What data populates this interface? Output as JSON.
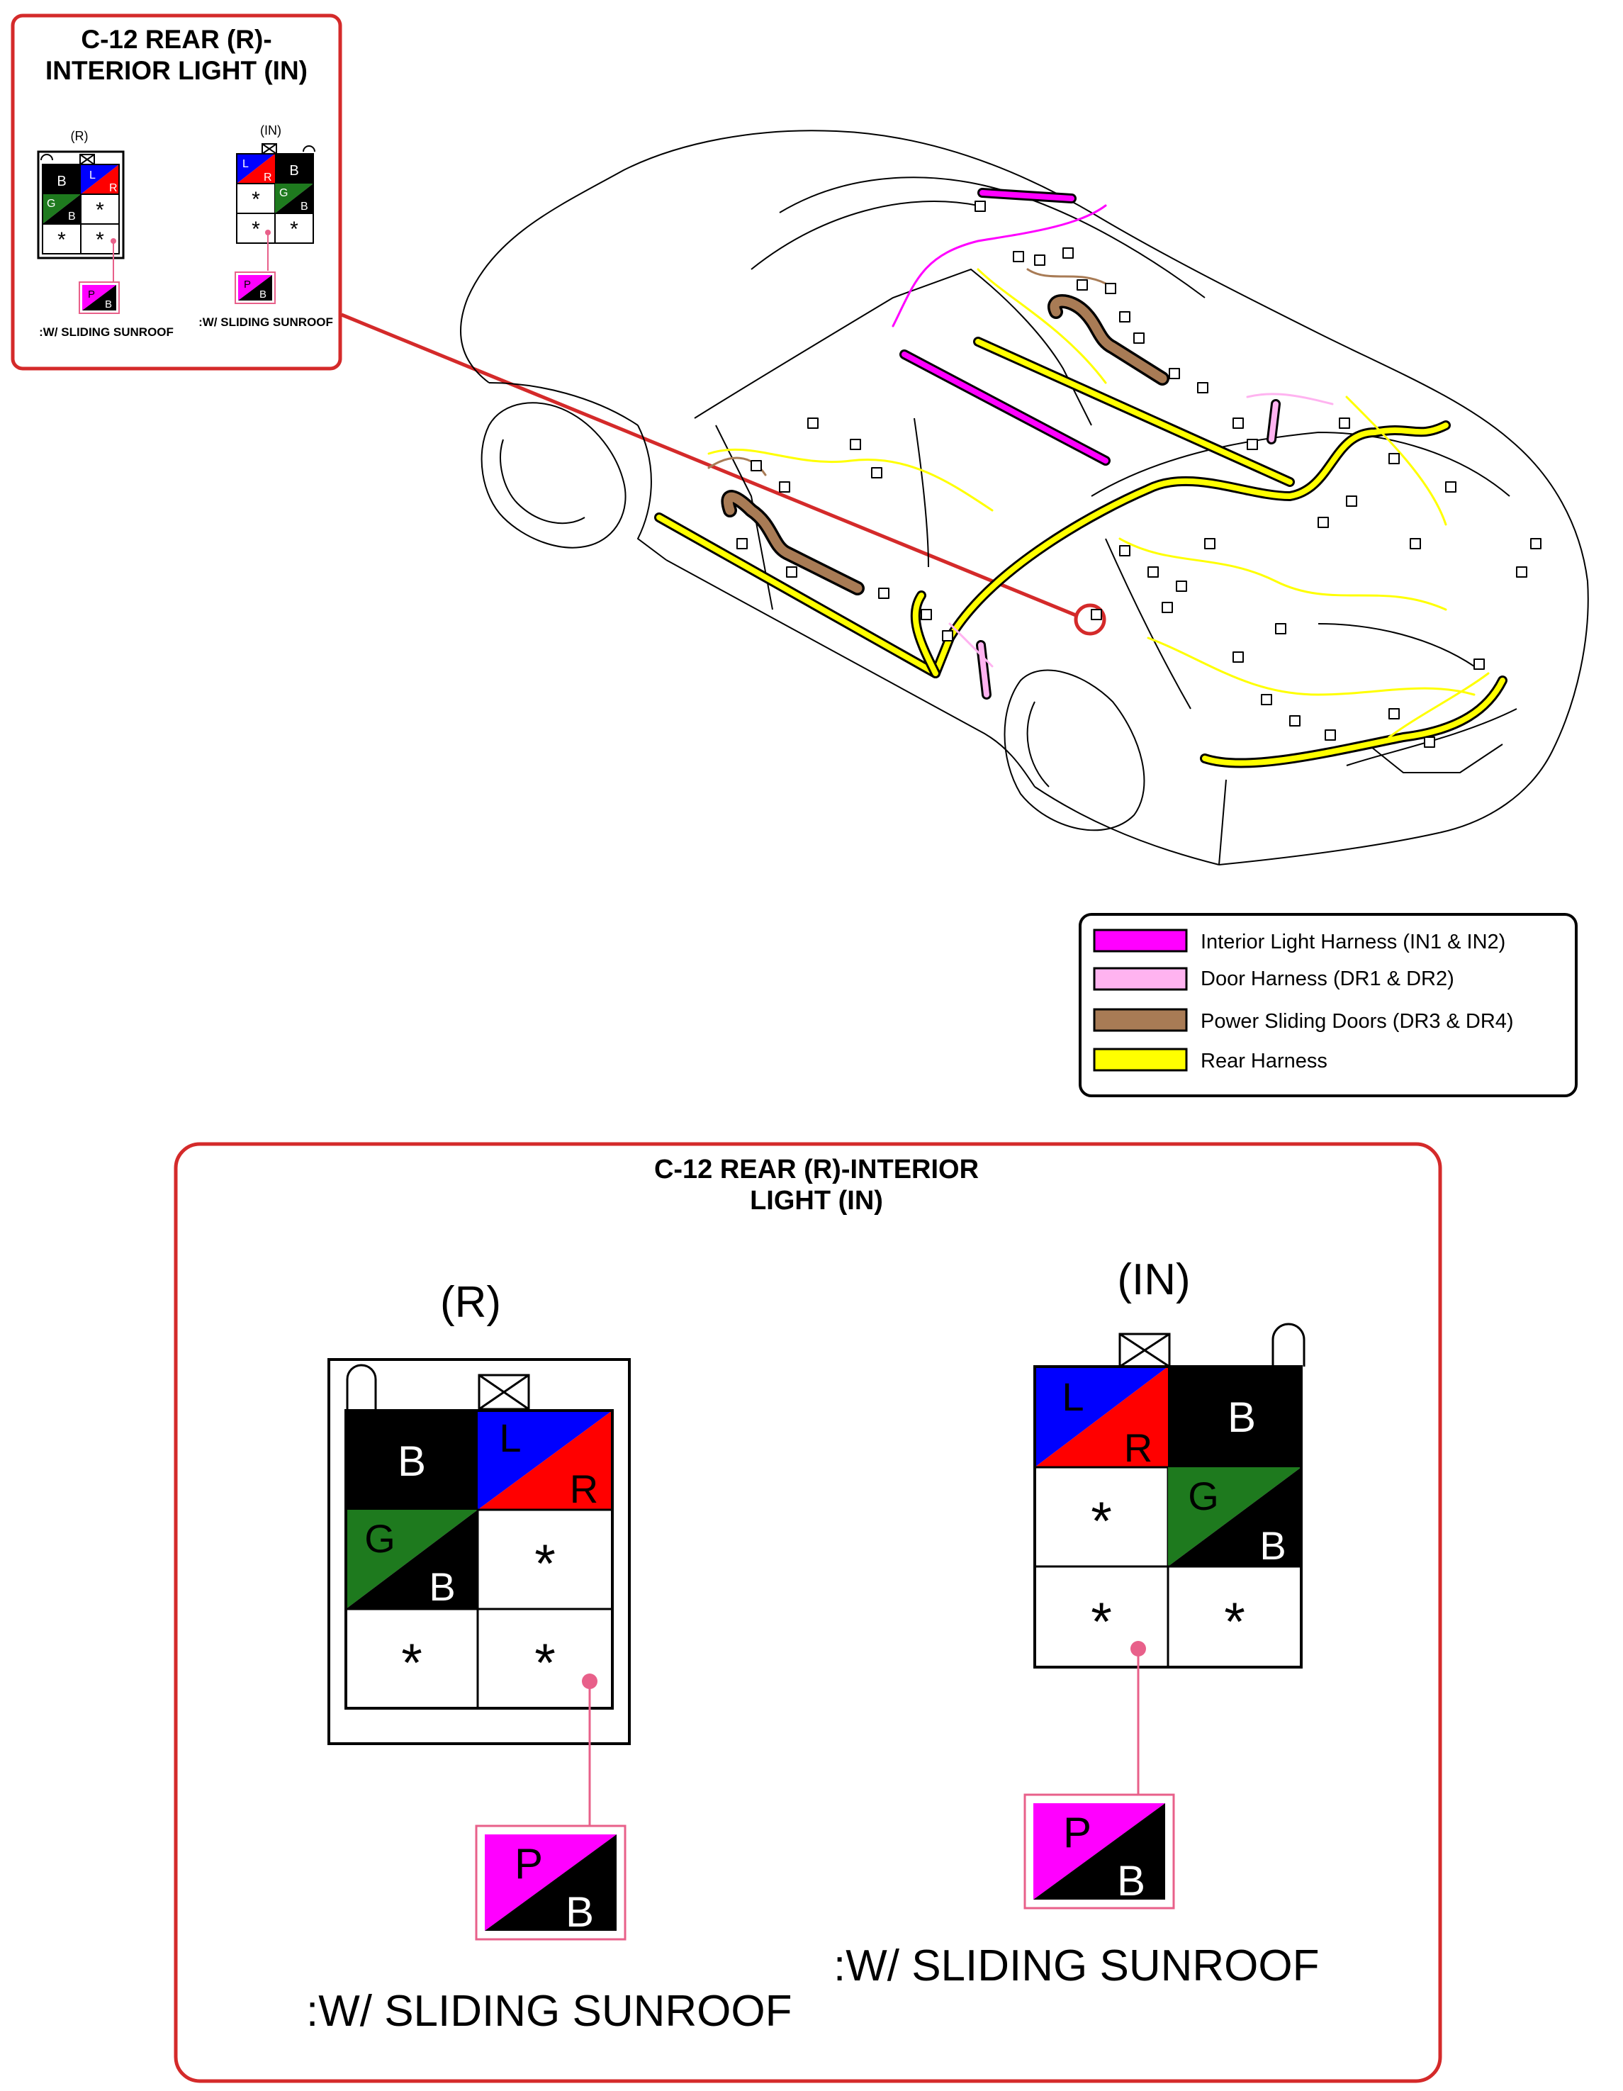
{
  "small_callout": {
    "title_line1": "C-12 REAR (R)-",
    "title_line2": "INTERIOR LIGHT (IN)",
    "r_label": "(R)",
    "in_label": "(IN)",
    "note_r": ":W/ SLIDING SUNROOF",
    "note_in": ":W/ SLIDING SUNROOF"
  },
  "legend": {
    "items": [
      {
        "label": "Interior Light Harness (IN1 & IN2)",
        "color": "#ff00ff"
      },
      {
        "label": "Door Harness (DR1 & DR2)",
        "color": "#ffb3f0"
      },
      {
        "label": "Power Sliding Doors (DR3 & DR4)",
        "color": "#a87b55"
      },
      {
        "label": "Rear Harness",
        "color": "#ffff00"
      }
    ]
  },
  "detail": {
    "title_line1": "C-12 REAR (R)-INTERIOR",
    "title_line2": "LIGHT (IN)",
    "r_connector": {
      "label": "(R)",
      "pins": [
        {
          "colors": [
            "B"
          ]
        },
        {
          "colors": [
            "L",
            "R"
          ]
        },
        {
          "colors": [
            "G",
            "B"
          ]
        },
        {
          "colors": [
            "*"
          ]
        },
        {
          "colors": [
            "*"
          ]
        },
        {
          "colors": [
            "*"
          ]
        }
      ],
      "option_wire": [
        "P",
        "B"
      ],
      "note": ":W/ SLIDING SUNROOF"
    },
    "in_connector": {
      "label": "(IN)",
      "pins": [
        {
          "colors": [
            "L",
            "R"
          ]
        },
        {
          "colors": [
            "B"
          ]
        },
        {
          "colors": [
            "*"
          ]
        },
        {
          "colors": [
            "G",
            "B"
          ]
        },
        {
          "colors": [
            "*"
          ]
        },
        {
          "colors": [
            "*"
          ]
        }
      ],
      "option_wire": [
        "P",
        "B"
      ],
      "note": ":W/ SLIDING SUNROOF"
    }
  },
  "colors": {
    "callout_border": "#d42a2a",
    "B": "#000000",
    "L": "#0000ff",
    "R": "#ff0000",
    "G": "#1e7a1e",
    "P": "#ff00ff",
    "pink_lead": "#e8608a"
  }
}
